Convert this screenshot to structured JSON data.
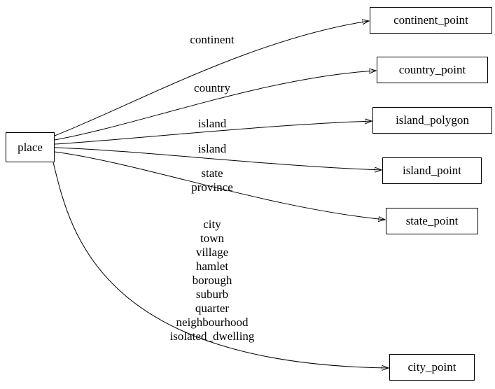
{
  "diagram": {
    "type": "directed-graph",
    "background": "#ffffff",
    "colors": {
      "node_border": "#000000",
      "edge": "#000000",
      "text": "#000000"
    },
    "source": {
      "label": "place"
    },
    "nodes": [
      {
        "label": "continent_point"
      },
      {
        "label": "country_point"
      },
      {
        "label": "island_polygon"
      },
      {
        "label": "island_point"
      },
      {
        "label": "state_point"
      },
      {
        "label": "city_point"
      }
    ],
    "edges": [
      {
        "from": "place",
        "to": "continent_point",
        "label": "continent"
      },
      {
        "from": "place",
        "to": "country_point",
        "label": "country"
      },
      {
        "from": "place",
        "to": "island_polygon",
        "label": "island"
      },
      {
        "from": "place",
        "to": "island_point",
        "label": "island"
      },
      {
        "from": "place",
        "to": "state_point",
        "label": "state\nprovince"
      },
      {
        "from": "place",
        "to": "city_point",
        "label": "city\ntown\nvillage\nhamlet\nborough\nsuburb\nquarter\nneighbourhood\nisolated_dwelling"
      }
    ]
  }
}
